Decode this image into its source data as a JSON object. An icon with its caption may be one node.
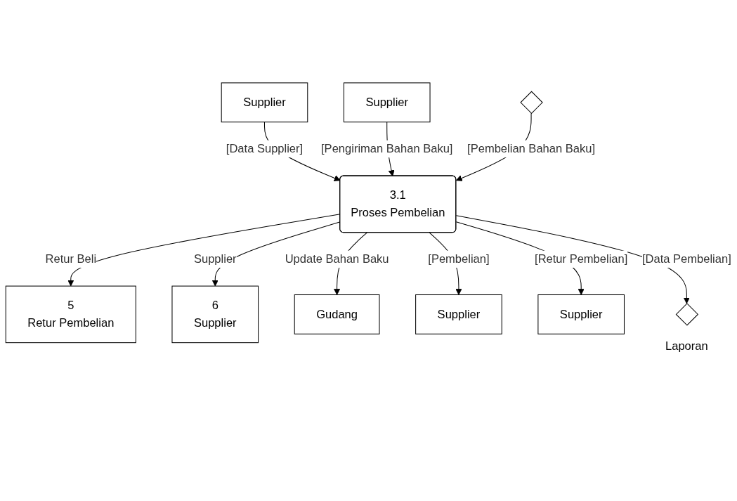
{
  "diagram": {
    "nodes": [
      {
        "text": [
          "5",
          "Retur Pembelian"
        ]
      },
      {
        "text": [
          "6",
          "Supplier"
        ]
      },
      {
        "text": [
          "Supplier"
        ]
      },
      {
        "text": [
          "Gudang"
        ]
      },
      {
        "text": [
          "3.1",
          "Proses Pembelian"
        ]
      },
      {
        "text": [
          "Supplier"
        ]
      },
      {
        "text": [
          "Supplier"
        ]
      },
      {
        "text": [
          "Supplier"
        ]
      },
      {
        "text": [],
        "shape": "diamond"
      },
      {
        "text": [],
        "shape": "diamond",
        "beside": [
          "Laporan"
        ]
      }
    ],
    "edges": [
      {
        "from": 4,
        "to": 0,
        "arrow": "to",
        "label": "Retur Beli"
      },
      {
        "from": 4,
        "to": 1,
        "arrow": "to",
        "label": "Supplier"
      },
      {
        "from": 2,
        "to": 4,
        "arrow": "to",
        "label": "[Data Supplier]"
      },
      {
        "from": 4,
        "to": 3,
        "arrow": "to",
        "label": "Update Bahan Baku"
      },
      {
        "from": 4,
        "to": 5,
        "arrow": "to",
        "label": "[Pembelian]"
      },
      {
        "from": 6,
        "to": 4,
        "arrow": "to",
        "label": "[Pengiriman Bahan Baku]"
      },
      {
        "from": 4,
        "to": 7,
        "arrow": "to",
        "label": "[Retur Pembelian]"
      },
      {
        "from": 8,
        "to": 4,
        "arrow": "to",
        "label": "[Pembelian Bahan Baku]"
      },
      {
        "from": 4,
        "to": 9,
        "arrow": "to",
        "label": "[Data Pembelian]"
      }
    ]
  }
}
